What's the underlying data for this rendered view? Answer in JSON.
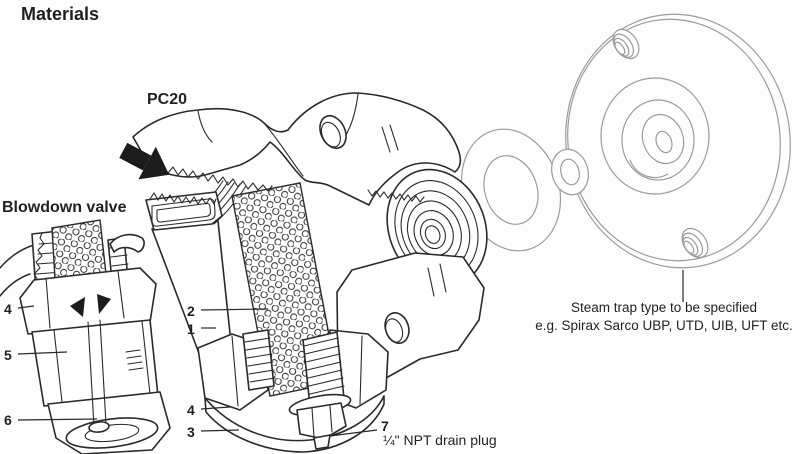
{
  "page": {
    "title": "Materials"
  },
  "labels": {
    "pc20": "PC20",
    "blowdown": "Blowdown valve",
    "drain_plug": "¼\" NPT drain plug",
    "steam_trap_line1": "Steam trap type to be specified",
    "steam_trap_line2": "e.g. Spirax Sarco UBP, UTD, UIB, UFT etc."
  },
  "callouts": {
    "blowdown_4": "4",
    "blowdown_5": "5",
    "blowdown_6": "6",
    "pc20_2": "2",
    "pc20_1": "1",
    "pc20_4": "4",
    "pc20_3": "3",
    "pc20_7": "7"
  },
  "colors": {
    "ink": "#231f20",
    "drawing_line": "#2a2a2a",
    "flange_line": "#9b9b9b",
    "background": "#fdfdfd"
  }
}
